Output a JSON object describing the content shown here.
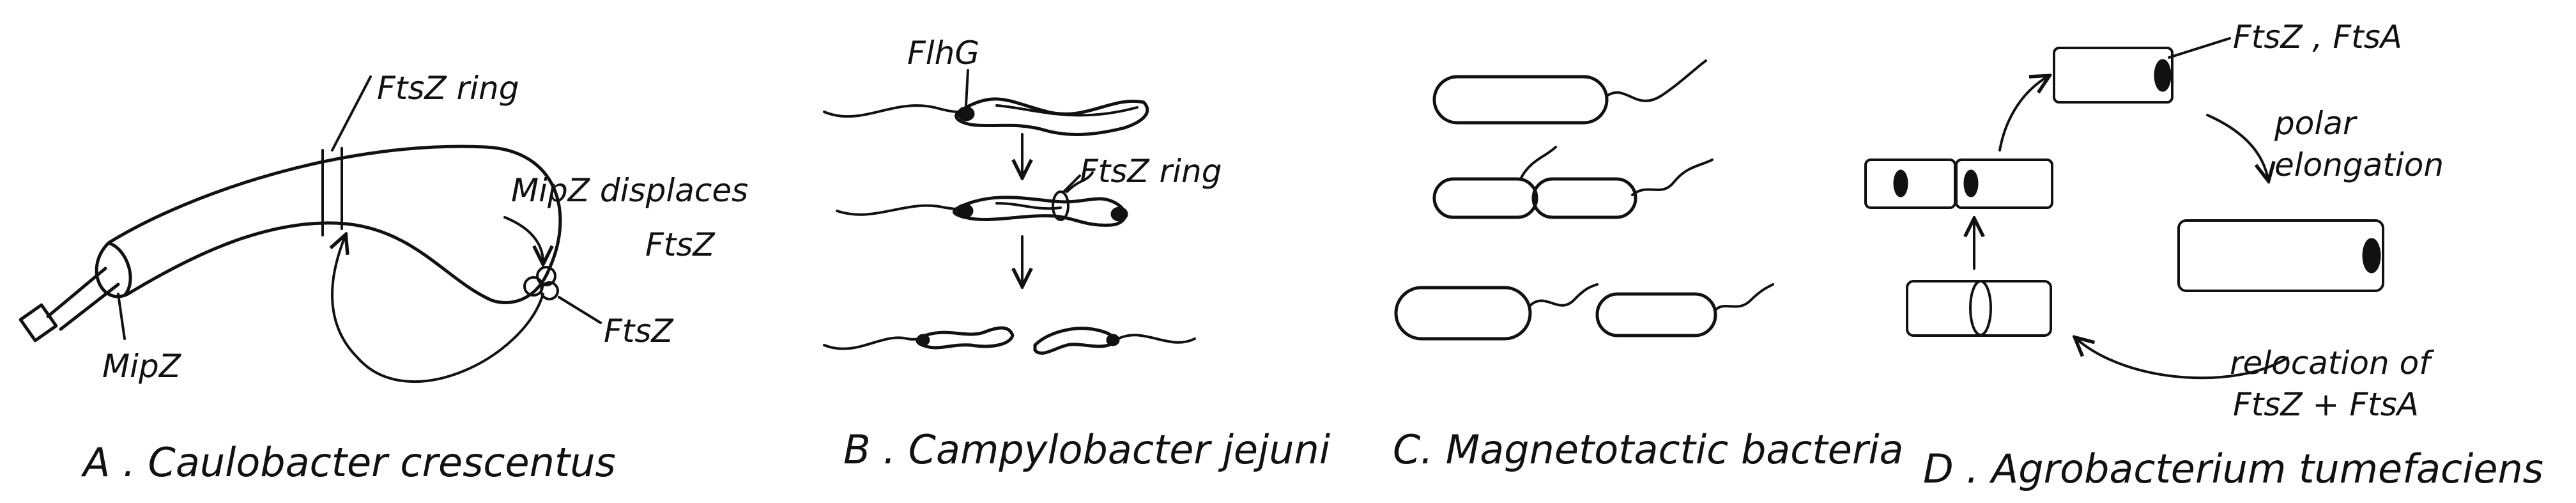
{
  "panels": [
    {
      "id": "A",
      "caption": "A .  Caulobacter crescentus",
      "labels": {
        "ring": "FtsZ ring",
        "mipz_action": "MipZ displaces",
        "mipz_action_2": "FtsZ",
        "ftsz": "FtsZ",
        "mipz": "MipZ"
      }
    },
    {
      "id": "B",
      "caption": "B .  Campylobacter jejuni",
      "labels": {
        "flhg": "FlhG",
        "ring": "FtsZ ring"
      }
    },
    {
      "id": "C",
      "caption": "C. Magnetotactic bacteria",
      "labels": {}
    },
    {
      "id": "D",
      "caption": "D . Agrobacterium tumefaciens",
      "labels": {
        "proteins": "FtsZ , FtsA",
        "elong_1": "polar",
        "elong_2": "elongation",
        "reloc_1": "relocation of",
        "reloc_2": "FtsZ + FtsA"
      }
    }
  ]
}
